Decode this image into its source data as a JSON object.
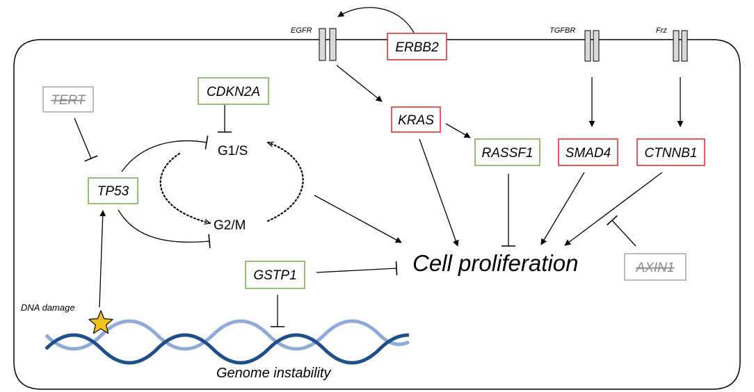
{
  "colors": {
    "tumor_suppressor_box": "#70ad47",
    "oncogene_box": "#e02020",
    "inactive_box": "#a6a6a6",
    "star": "#f5c21b",
    "dna_dark": "#1f4e8c",
    "dna_light": "#8eaadb"
  },
  "receptors": {
    "egfr": "EGFR",
    "tgfbr": "TGFBR",
    "frz": "Frz"
  },
  "genes": {
    "erbb2": "ERBB2",
    "tert": "TERT",
    "cdkn2a": "CDKN2A",
    "kras": "KRAS",
    "rassf1": "RASSF1",
    "smad4": "SMAD4",
    "ctnnb1": "CTNNB1",
    "tp53": "TP53",
    "gstp1": "GSTP1",
    "axin1": "AXIN1"
  },
  "cell_cycle": {
    "g1s": "G1/S",
    "g2m": "G2/M"
  },
  "labels": {
    "cell_proliferation": "Cell proliferation",
    "dna_damage": "DNA damage",
    "genome_instability": "Genome instability"
  }
}
